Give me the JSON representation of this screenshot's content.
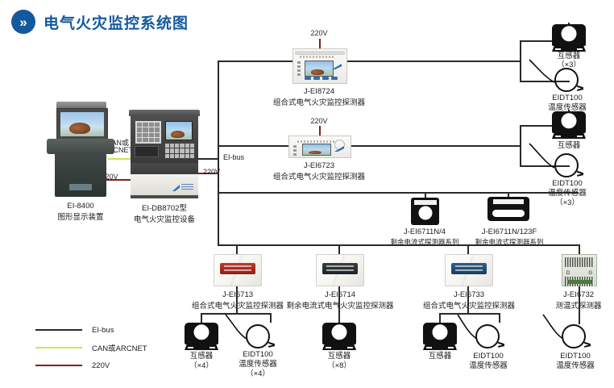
{
  "header": {
    "badge_icon": "chevron-double-right-icon",
    "badge_glyph": "»",
    "title": "电气火灾监控系统图"
  },
  "colors": {
    "brand_blue": "#14599e",
    "bus_black": "#2a2a2a",
    "power_red": "#7b2320",
    "can_yellow": "#d4e157"
  },
  "bus_labels": {
    "ei_bus": "EI-bus",
    "power_220v": "220V",
    "can_arcnet": "CAN或\nARCNET",
    "can_line1": "CAN或",
    "can_line2": "ARCNET"
  },
  "devices": {
    "console": {
      "model": "EI-8400",
      "desc": "图形显示装置"
    },
    "cabinet": {
      "model": "EI-DB8702型",
      "desc": "电气火灾监控设备"
    },
    "d8724": {
      "model": "J-EI8724",
      "desc": "组合式电气火灾监控探测器",
      "power": "220V"
    },
    "d6723": {
      "model": "J-EI6723",
      "desc": "组合式电气火灾监控探测器",
      "power": "220V"
    },
    "d6711n4": {
      "model": "J-EI6711N/4",
      "desc": "剩余电流式探测器系列"
    },
    "d6711n123f": {
      "model": "J-EI6711N/123F",
      "desc": "剩余电流式探测器系列"
    },
    "d6713": {
      "model": "J-EI6713",
      "desc": "组合式电气火灾监控探测器"
    },
    "d6714": {
      "model": "J-EI6714",
      "desc": "剩余电流式电气火灾监控探测器"
    },
    "d6733": {
      "model": "J-EI6733",
      "desc": "组合式电气火灾监控探测器"
    },
    "d6732": {
      "model": "J-EI6732",
      "desc": "测温式探测器"
    }
  },
  "sensors": {
    "ct_top_right": {
      "name": "互感器",
      "qty": "（×3）"
    },
    "ts_top_right": {
      "name": "EIDT100",
      "desc": "温度传感器",
      "qty": ""
    },
    "ct_mid_right": {
      "name": "互感器",
      "qty": ""
    },
    "ts_mid_right": {
      "name": "EIDT100",
      "desc": "温度传感器",
      "qty": "（×3）"
    },
    "ct_b1": {
      "name": "互感器",
      "qty": "（×4）"
    },
    "ts_b1": {
      "name": "EIDT100",
      "desc": "温度传感器",
      "qty": "（×4）"
    },
    "ct_b2": {
      "name": "互感器",
      "qty": "（×8）"
    },
    "ct_b3": {
      "name": "互感器",
      "qty": ""
    },
    "ts_b3": {
      "name": "EIDT100",
      "desc": "温度传感器",
      "qty": ""
    },
    "ts_b4": {
      "name": "EIDT100",
      "desc": "温度传感器",
      "qty": ""
    }
  },
  "legend": {
    "items": [
      {
        "label": "EI-bus",
        "color": "#2a2a2a"
      },
      {
        "label": "CAN或ARCNET",
        "color": "#d4e157"
      },
      {
        "label": "220V",
        "color": "#7b2320"
      }
    ]
  }
}
